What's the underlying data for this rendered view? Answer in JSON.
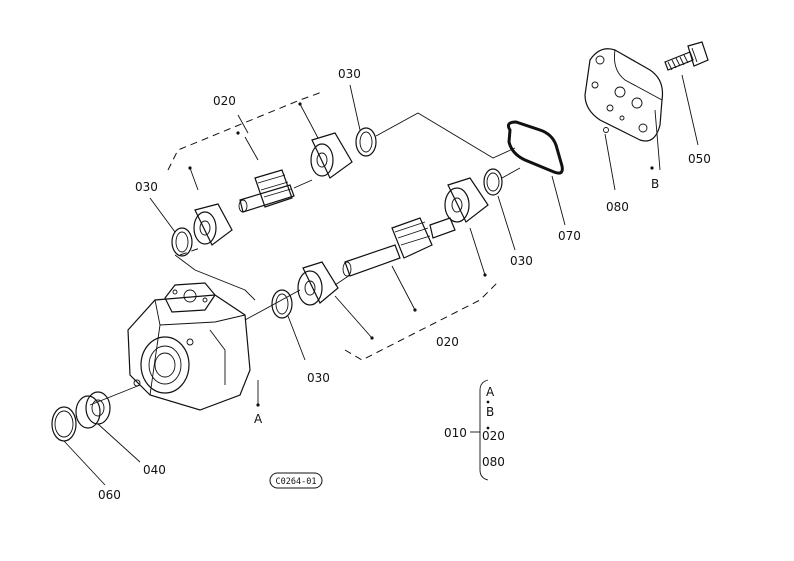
{
  "labels": {
    "p020_top": "020",
    "p030_top": "030",
    "p030_left": "030",
    "p020_mid": "020",
    "p030_mid": "030",
    "p030_right": "030",
    "p070": "070",
    "p050": "050",
    "p080": "080",
    "pB": "B",
    "pA": "A",
    "p040": "040",
    "p060": "060"
  },
  "legend": {
    "assembly": "010",
    "items": [
      "A",
      "B",
      "020",
      "080"
    ]
  },
  "code": "C0264-01"
}
